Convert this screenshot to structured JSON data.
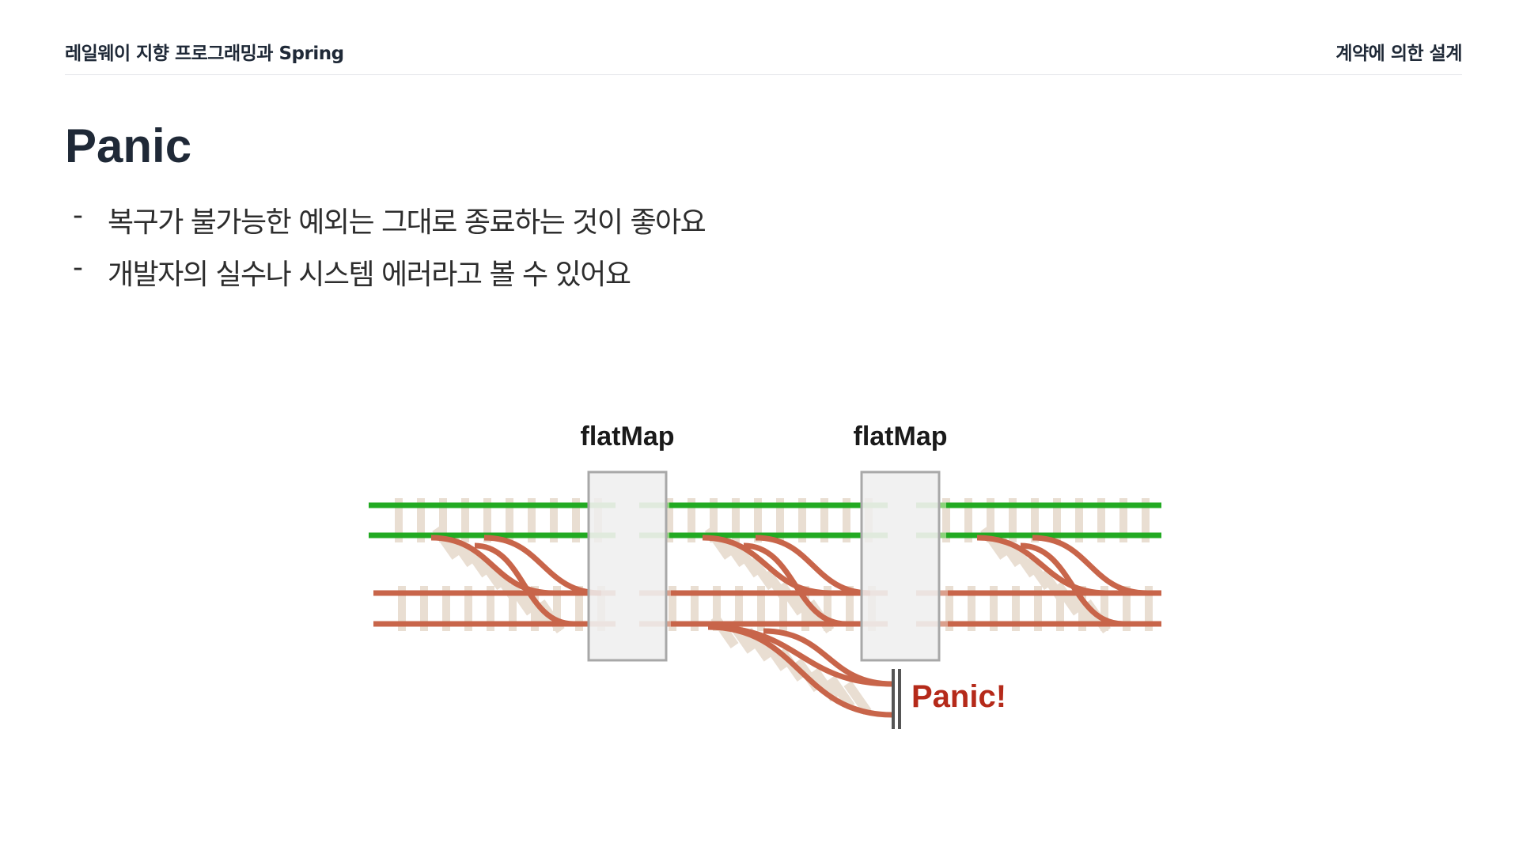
{
  "header": {
    "left": "레일웨이 지향 프로그래밍과 Spring",
    "right": "계약에 의한 설계"
  },
  "title": "Panic",
  "bullets": [
    "복구가 불가능한 예외는 그대로 종료하는 것이 좋아요",
    "개발자의 실수나 시스템 에러라고 볼 수 있어요"
  ],
  "diagram": {
    "labels": [
      "flatMap",
      "flatMap"
    ],
    "panic_label": "Panic!",
    "colors": {
      "success_rail": "#22aa22",
      "success_rail_faded": "#8cd27a",
      "failure_rail": "#c8654a",
      "failure_rail_faded": "#dba08d",
      "sleeper": "#e9ded2",
      "box_fill": "#efefef",
      "box_stroke": "#a8a8a8",
      "buffer_stop": "#555555",
      "panic_text": "#b52a1a"
    }
  }
}
